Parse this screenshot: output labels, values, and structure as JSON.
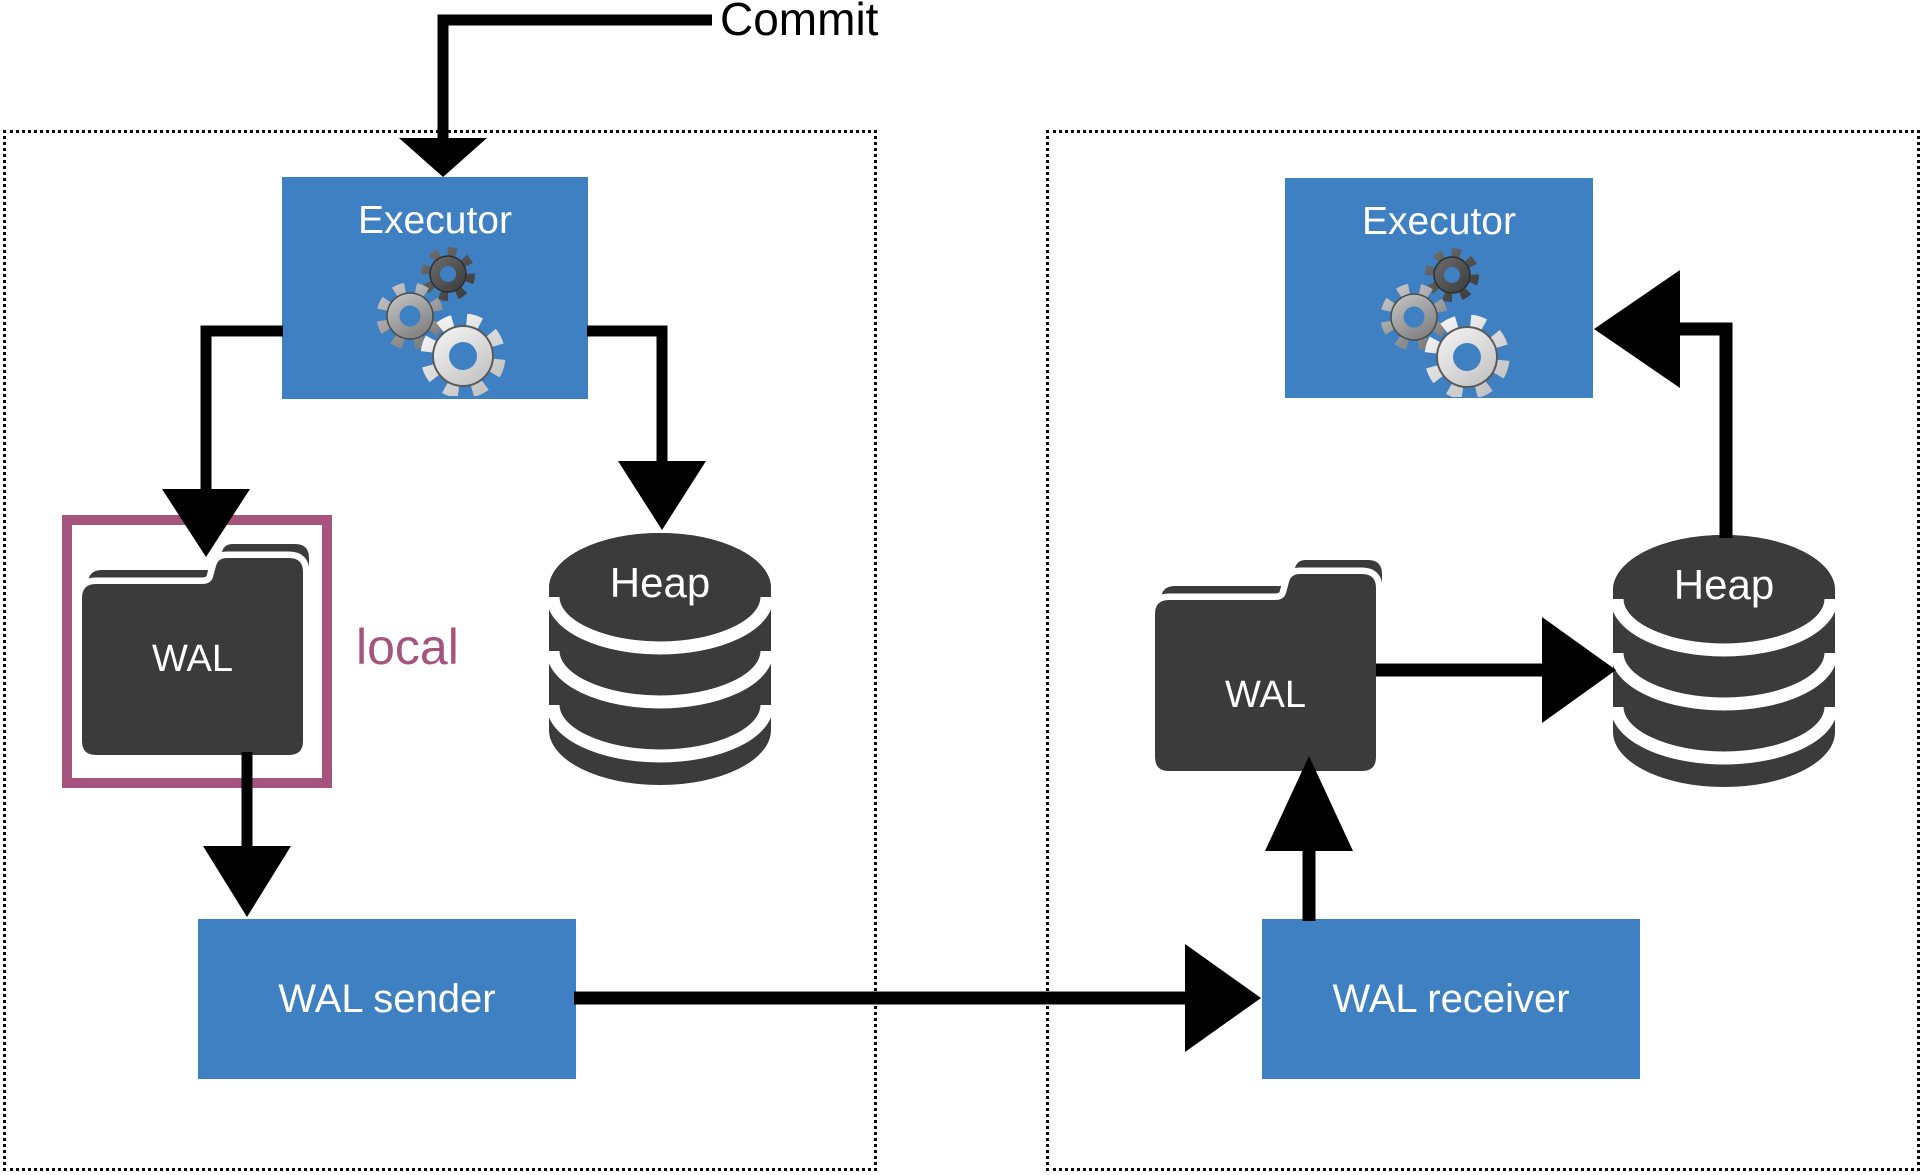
{
  "commit_label": "Commit",
  "primary_server": {
    "executor_label": "Executor",
    "wal_label": "WAL",
    "local_label": "local",
    "heap_label": "Heap",
    "sender_label": "WAL sender"
  },
  "standby_server": {
    "executor_label": "Executor",
    "wal_label": "WAL",
    "heap_label": "Heap",
    "receiver_label": "WAL receiver"
  },
  "colors": {
    "process_blue": "#3f80c2",
    "storage_dark": "#3b3b3b",
    "local_purple": "#a6547e",
    "arrow_black": "#000000",
    "text_white": "#ffffff"
  },
  "icons": {
    "executor": "gears-icon",
    "wal": "folder-icon",
    "heap": "database-cylinder-icon"
  }
}
